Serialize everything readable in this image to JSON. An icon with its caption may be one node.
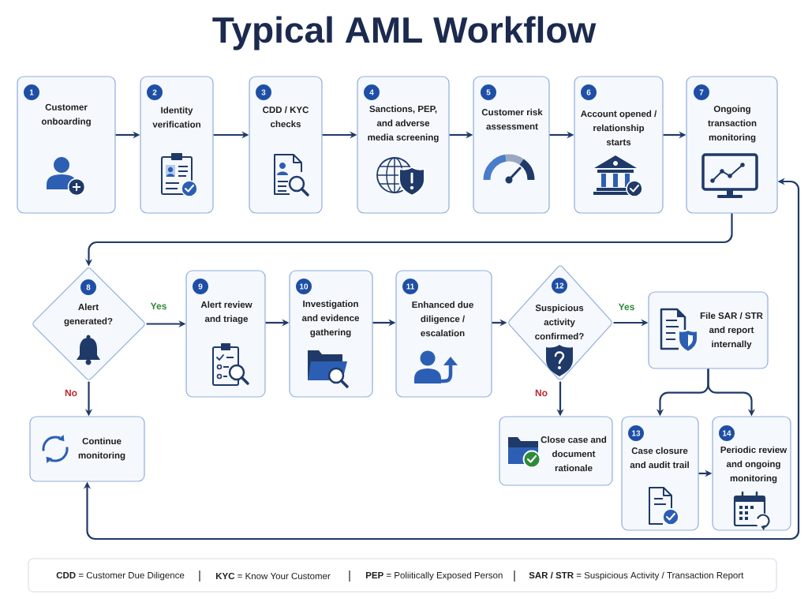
{
  "diagram": {
    "title": "Typical AML Workflow",
    "nodes": [
      {
        "text": [
          "1",
          "Customer onboarding"
        ]
      },
      {
        "text": [
          "2",
          "Identity verification"
        ]
      },
      {
        "text": [
          "3",
          "CDD / KYC checks"
        ]
      },
      {
        "text": [
          "4",
          "Sanctions, PEP, and adverse media screening"
        ]
      },
      {
        "text": [
          "5",
          "Customer risk assessment"
        ]
      },
      {
        "text": [
          "6",
          "Account opened / relationship starts"
        ]
      },
      {
        "text": [
          "7",
          "Ongoing transaction monitoring"
        ]
      },
      {
        "text": [
          "8",
          "Alert generated?"
        ]
      },
      {
        "text": [
          "9",
          "Alert review and triage"
        ]
      },
      {
        "text": [
          "10",
          "Investigation and evidence gathering"
        ]
      },
      {
        "text": [
          "11",
          "Enhanced due diligence / escalation"
        ]
      },
      {
        "text": [
          "12",
          "Suspicious activity confirmed?"
        ]
      },
      {
        "text": [
          "File SAR / STR and report internally"
        ]
      },
      {
        "text": [
          "Continue monitoring"
        ]
      },
      {
        "text": [
          "Close case and document rationale"
        ]
      },
      {
        "text": [
          "13",
          "Case closure and audit trail"
        ]
      },
      {
        "text": [
          "14",
          "Periodic review and ongoing monitoring"
        ]
      }
    ],
    "edges": [
      {
        "from": 0,
        "to": 1,
        "arrow": "to"
      },
      {
        "from": 1,
        "to": 2,
        "arrow": "to"
      },
      {
        "from": 2,
        "to": 3,
        "arrow": "to"
      },
      {
        "from": 3,
        "to": 4,
        "arrow": "to"
      },
      {
        "from": 4,
        "to": 5,
        "arrow": "to"
      },
      {
        "from": 5,
        "to": 6,
        "arrow": "to"
      },
      {
        "from": 6,
        "to": 7,
        "arrow": "to"
      },
      {
        "from": 7,
        "to": 8,
        "arrow": "to",
        "label": "Yes"
      },
      {
        "from": 7,
        "to": 13,
        "arrow": "to",
        "label": "No"
      },
      {
        "from": 8,
        "to": 9,
        "arrow": "to"
      },
      {
        "from": 9,
        "to": 10,
        "arrow": "to"
      },
      {
        "from": 10,
        "to": 11,
        "arrow": "to"
      },
      {
        "from": 11,
        "to": 12,
        "arrow": "to",
        "label": "Yes"
      },
      {
        "from": 11,
        "to": 14,
        "arrow": "to",
        "label": "No"
      },
      {
        "from": 12,
        "to": 15,
        "arrow": "to"
      },
      {
        "from": 12,
        "to": 16,
        "arrow": "to"
      },
      {
        "from": 15,
        "to": 16,
        "arrow": "to"
      },
      {
        "from": 13,
        "to": 6,
        "arrow": "both"
      }
    ],
    "labels": [
      "**CDD** = Customer Due Diligence",
      "**KYC** = Know Your Customer",
      "**PEP** = Poliitically Exposed Person",
      "**SAR / STR** = Suspicious Activity / Transaction Report"
    ]
  }
}
